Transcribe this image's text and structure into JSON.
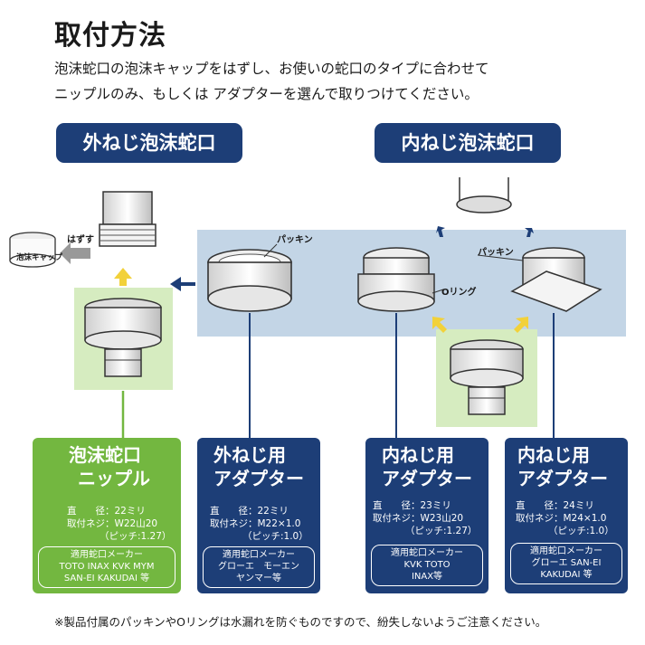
{
  "title": "取付方法",
  "intro": {
    "line1": "泡沫蛇口の泡沫キャップをはずし、お使いの蛇口のタイプに合わせて",
    "line2": "ニップルのみ、もしくは アダプターを選んで取りつけてください。"
  },
  "section_outer": "外ねじ泡沫蛇口",
  "section_inner": "内ねじ泡沫蛇口",
  "labels": {
    "hazusu": "はずす",
    "cap": "泡沫キャップ",
    "packing1": "パッキン",
    "packing2": "パッキン",
    "oring": "Oリング"
  },
  "cards": [
    {
      "head1": "泡沫蛇口",
      "head2": "ニップル",
      "spec1": "直　　径：22ミリ",
      "spec2": "取付ネジ：W22山20",
      "spec3": "（ピッチ:1.27）",
      "maker_title": "適用蛇口メーカー",
      "maker1": "TOTO  INAX  KVK  MYM",
      "maker2": "SAN-EI  KAKUDAI  等"
    },
    {
      "head1": "外ねじ用",
      "head2": "アダプター",
      "spec1": "直　　径：22ミリ",
      "spec2": "取付ネジ：M22×1.0",
      "spec3": "（ピッチ:1.0）",
      "maker_title": "適用蛇口メーカー",
      "maker1": "グローエ　モーエン",
      "maker2": "ヤンマー等"
    },
    {
      "head1": "内ねじ用",
      "head2": "アダプター",
      "spec1": "直　　径：23ミリ",
      "spec2": "取付ネジ：W23山20",
      "spec3": "（ピッチ:1.27）",
      "maker_title": "適用蛇口メーカー",
      "maker1": "KVK  TOTO",
      "maker2": "INAX等"
    },
    {
      "head1": "内ねじ用",
      "head2": "アダプター",
      "spec1": "直　　径：24ミリ",
      "spec2": "取付ネジ：M24×1.0",
      "spec3": "（ピッチ:1.0）",
      "maker_title": "適用蛇口メーカー",
      "maker1": "グローエ  SAN-EI",
      "maker2": "KAKUDAI 等"
    }
  ],
  "footnote": "※製品付属のパッキンやOリングは水漏れを防ぐものですので、紛失しないようご注意ください。",
  "colors": {
    "navy": "#1d3e77",
    "green": "#73b740",
    "light_green": "#d6ecc0",
    "light_blue": "#c3d5e6",
    "arrow_yellow": "#f2d13a"
  },
  "icons": [
    "faucet-icon",
    "nipple-icon",
    "adapter-icon",
    "aerator-cap-icon",
    "arrow-icon"
  ]
}
